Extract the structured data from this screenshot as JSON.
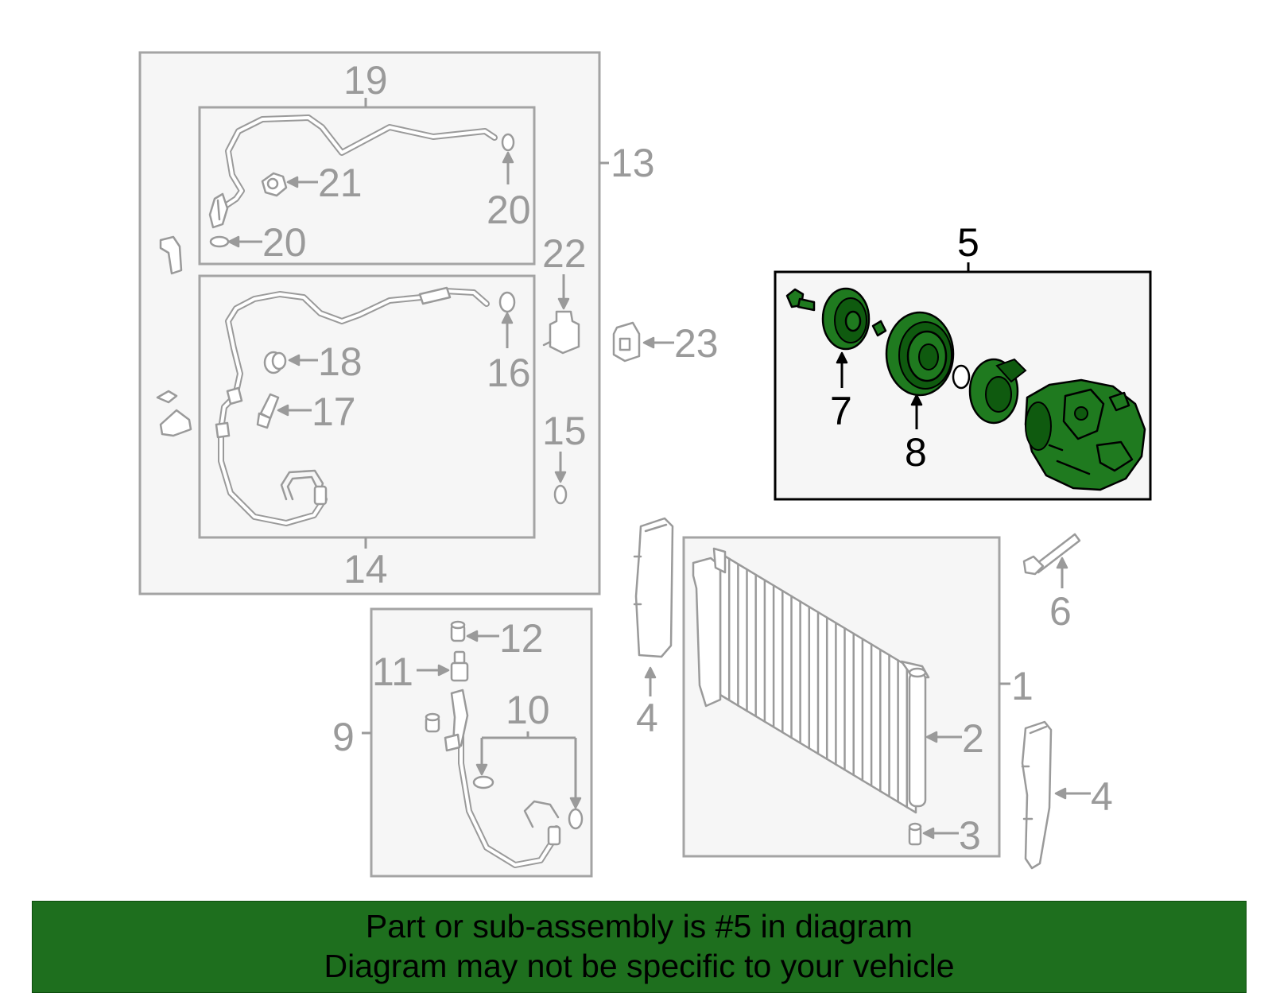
{
  "colors": {
    "highlight_green": "#1f7a1f",
    "banner_green": "#1e6f1e",
    "callout_grey": "#9a9a9a",
    "box_grey": "#a4a4a4",
    "highlight_box": "#000000"
  },
  "callouts": {
    "c1": "1",
    "c2": "2",
    "c3": "3",
    "c4a": "4",
    "c4b": "4",
    "c5": "5",
    "c6": "6",
    "c7": "7",
    "c8": "8",
    "c9": "9",
    "c10": "10",
    "c11": "11",
    "c12": "12",
    "c13": "13",
    "c14": "14",
    "c15": "15",
    "c16": "16",
    "c17": "17",
    "c18": "18",
    "c19": "19",
    "c20a": "20",
    "c20b": "20",
    "c21": "21",
    "c22": "22",
    "c23": "23"
  },
  "highlighted_part": "5",
  "banner": {
    "line1": "Part or sub-assembly is #5 in diagram",
    "line2": "Diagram may not be specific to your vehicle"
  }
}
